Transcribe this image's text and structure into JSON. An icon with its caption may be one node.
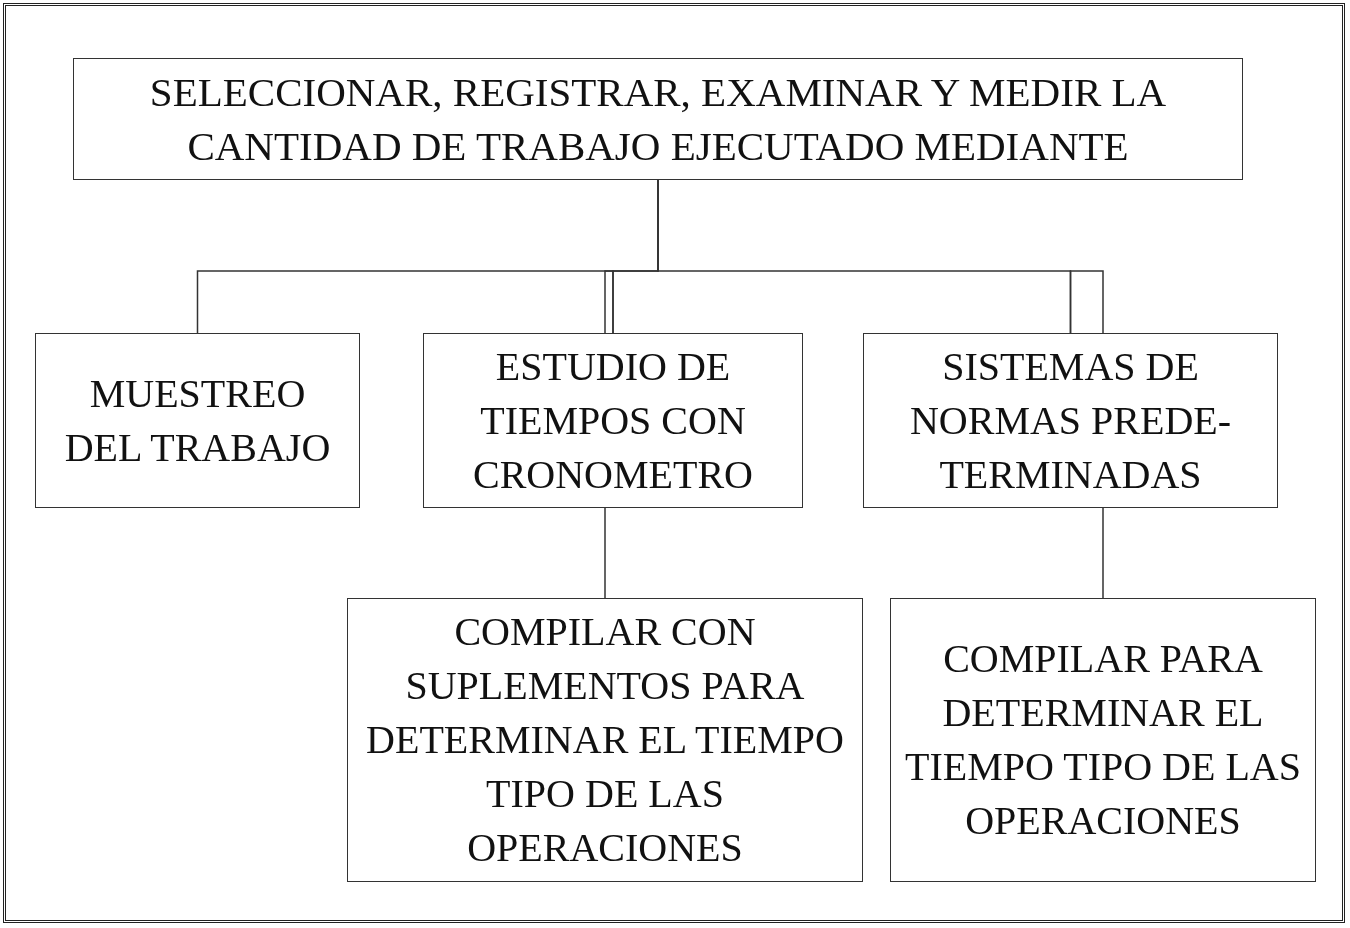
{
  "diagram": {
    "nodes": [
      {
        "text": [
          "SELECCIONAR, REGISTRAR, EXAMINAR Y MEDIR LA CANTIDAD DE TRABAJO EJECUTADO MEDIANTE"
        ]
      },
      {
        "text": [
          "MUESTREO DEL TRABAJO"
        ]
      },
      {
        "text": [
          "ESTUDIO DE TIEMPOS CON CRONOMETRO"
        ]
      },
      {
        "text": [
          "SISTEMAS DE NORMAS PREDE- TERMINADAS"
        ]
      },
      {
        "text": [
          "COMPILAR CON SUPLEMENTOS PARA DETERMINAR EL TIEMPO TIPO DE LAS OPERACIONES"
        ]
      },
      {
        "text": [
          "COMPILAR PARA DETERMINAR EL TIEMPO TIPO DE LAS OPERACIONES"
        ]
      }
    ],
    "edges": [
      {
        "from": 0,
        "to": 1,
        "arrow": "none"
      },
      {
        "from": 0,
        "to": 2,
        "arrow": "none"
      },
      {
        "from": 0,
        "to": 3,
        "arrow": "none"
      },
      {
        "from": 2,
        "to": 4,
        "arrow": "none"
      },
      {
        "from": 3,
        "to": 5,
        "arrow": "none"
      }
    ]
  }
}
